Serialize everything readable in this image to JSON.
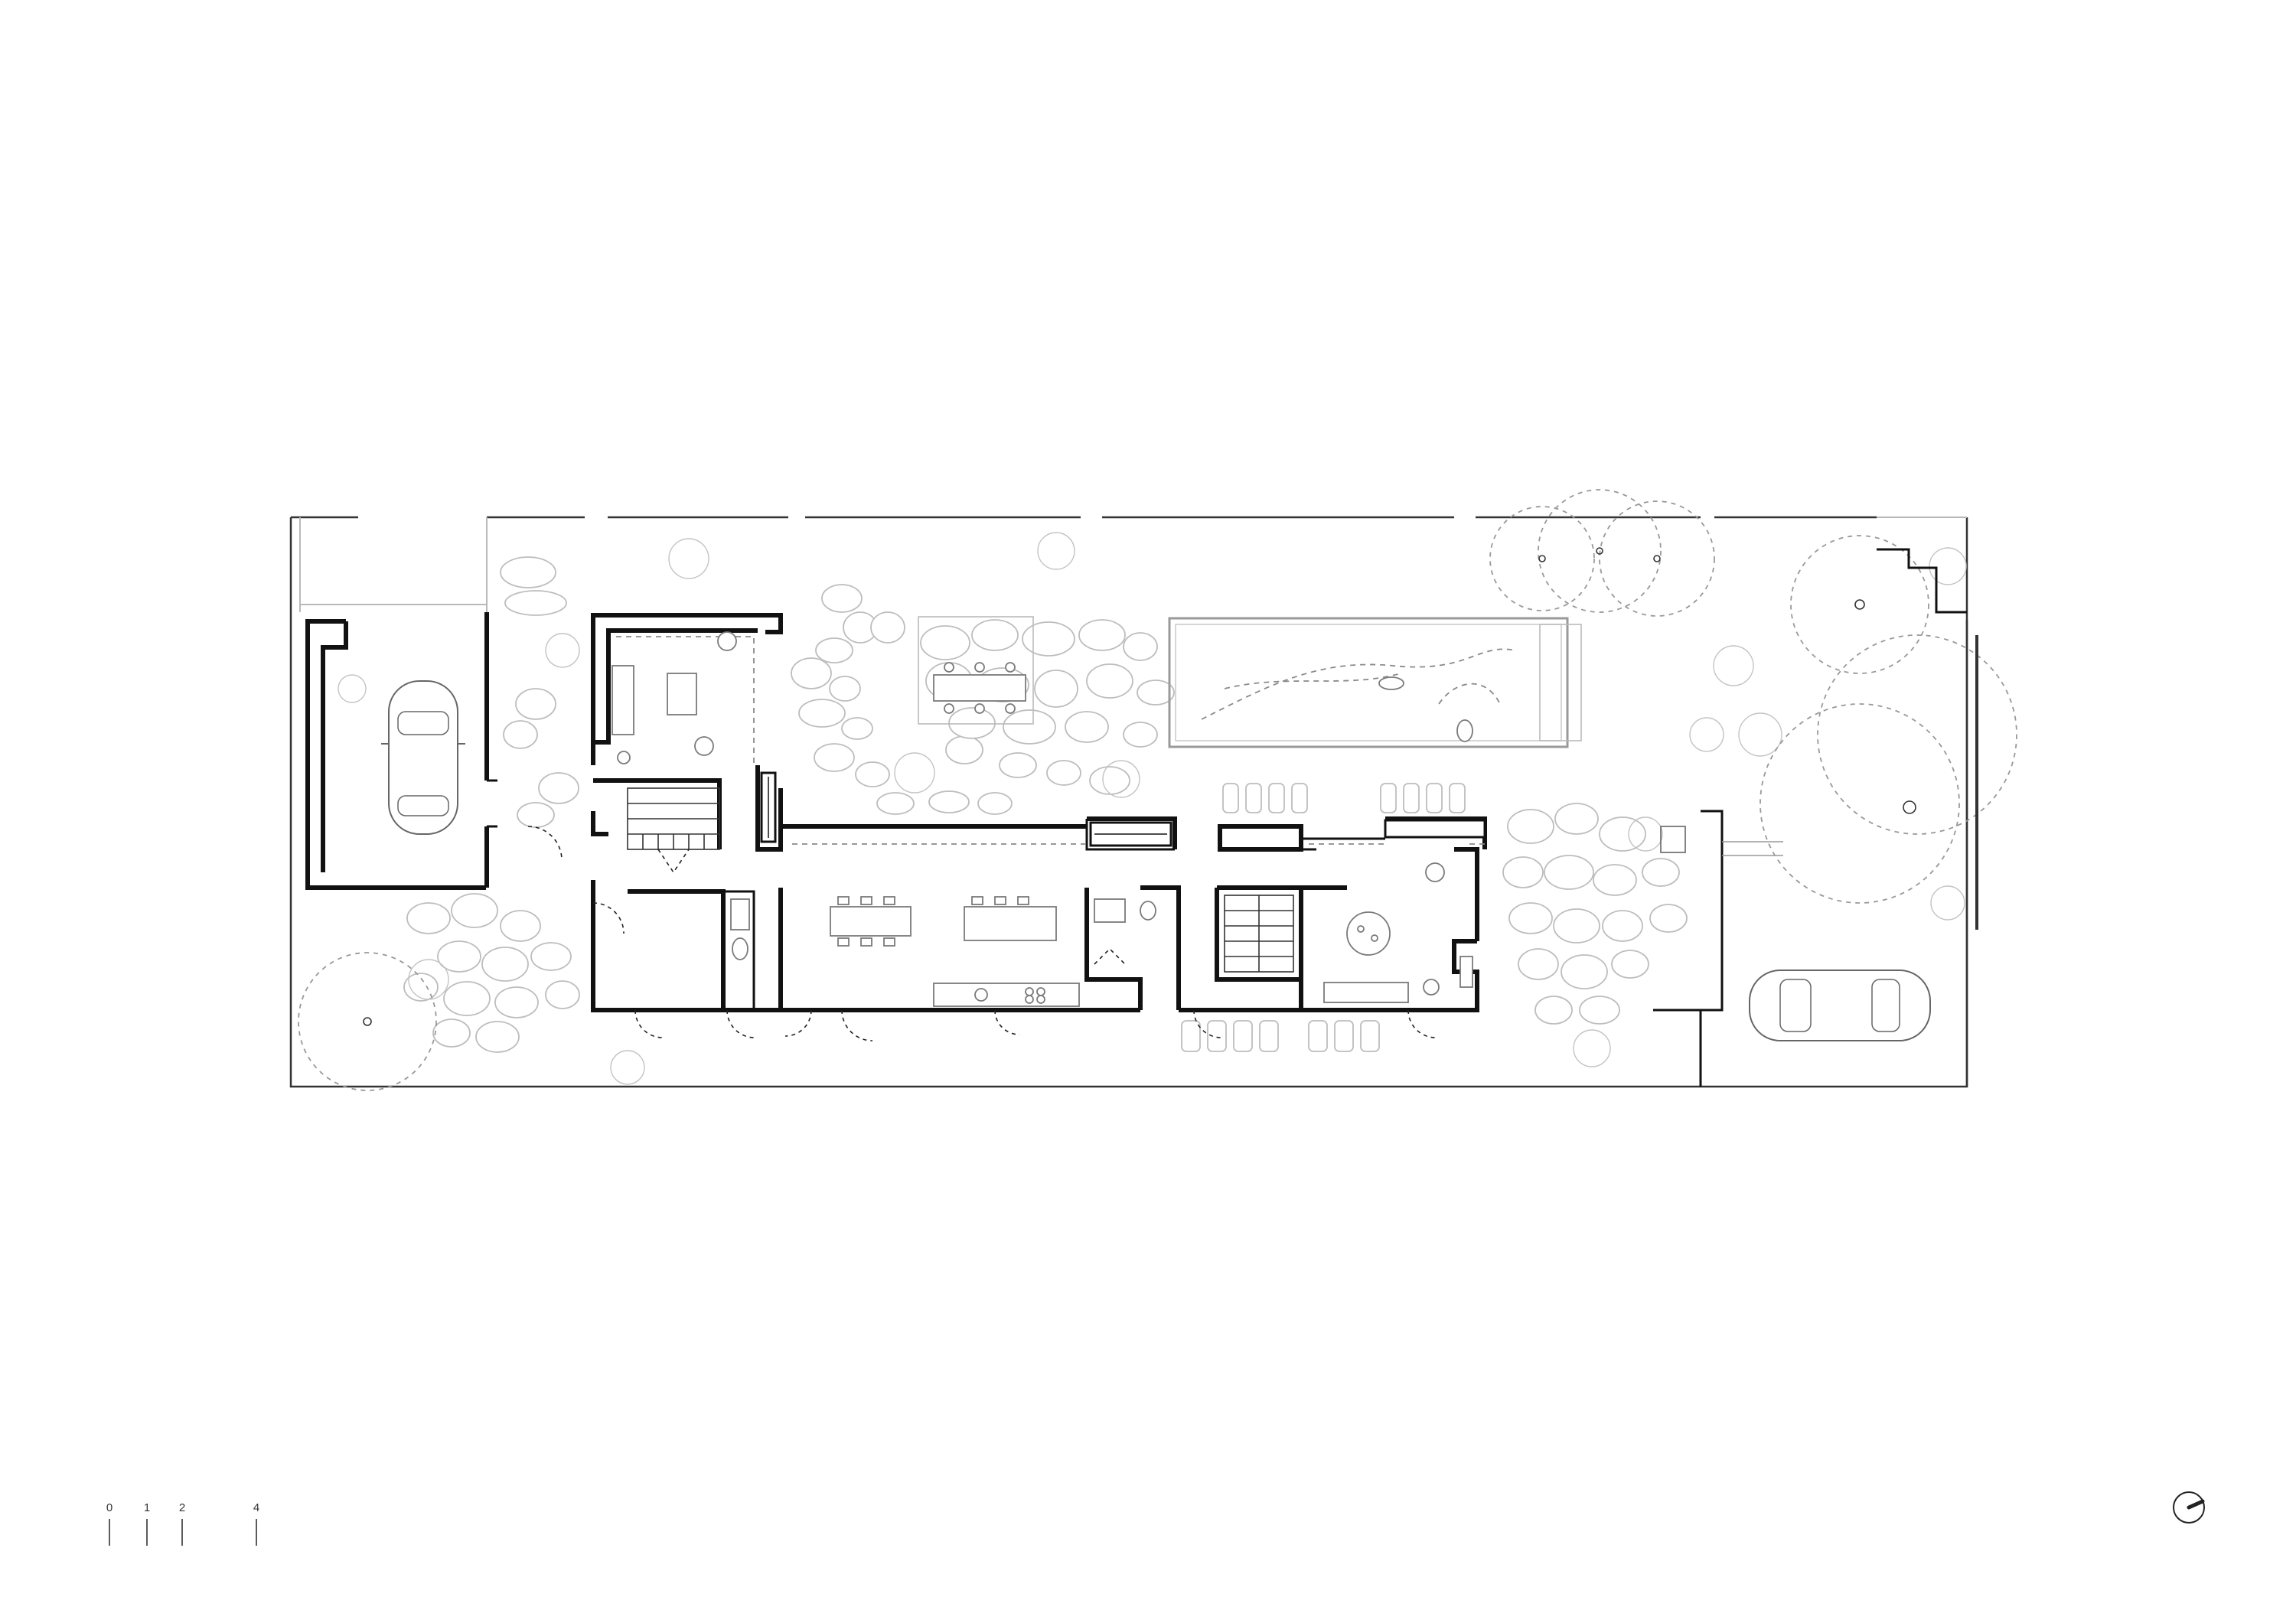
{
  "scale_bar": {
    "ticks": [
      {
        "label": "0"
      },
      {
        "label": "1"
      },
      {
        "label": "2"
      },
      {
        "label": "4"
      }
    ]
  },
  "north_arrow": {
    "icon": "north-arrow-icon"
  },
  "colors": {
    "walls": "#111111",
    "landscape": "#bdbdbd",
    "dashed_overhead": "#8a8a8a"
  }
}
